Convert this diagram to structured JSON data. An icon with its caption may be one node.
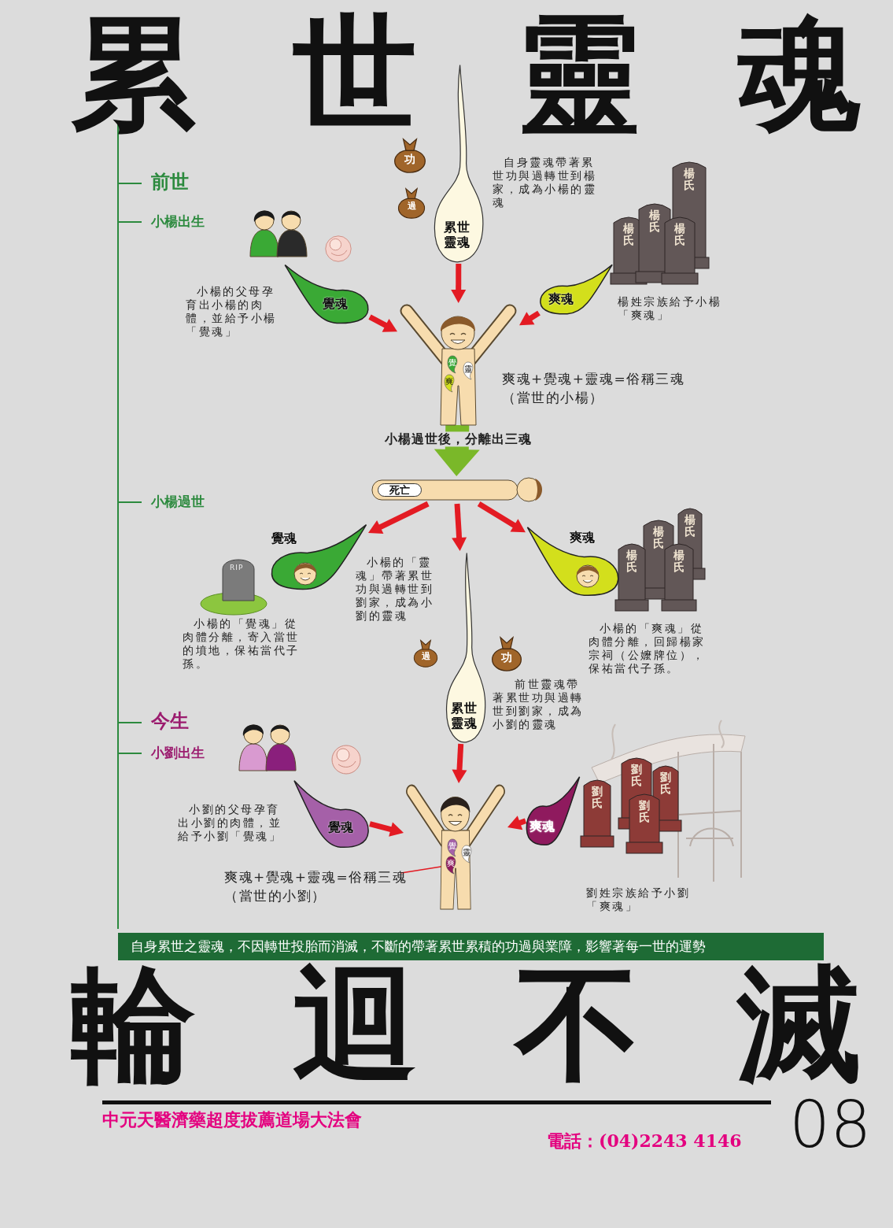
{
  "diagram": {
    "title": "累世靈魂",
    "nodes": [
      {
        "text": [
          "累世靈魂"
        ]
      },
      {
        "text": [
          "功"
        ]
      },
      {
        "text": [
          "過"
        ]
      },
      {
        "text": [
          "覺魂"
        ]
      },
      {
        "text": [
          "爽魂"
        ]
      },
      {
        "text": [],
        "shape": "person",
        "beside": [
          "爽魂+覺魂+靈魂=俗稱三魂",
          "（當世的小楊）"
        ]
      },
      {
        "text": [
          "覺"
        ],
        "in": 5
      },
      {
        "text": [
          "靈"
        ],
        "in": 5
      },
      {
        "text": [
          "爽"
        ],
        "in": 5
      },
      {
        "text": [
          "死亡"
        ]
      },
      {
        "text": [
          "覺魂"
        ]
      },
      {
        "text": [
          "累世靈魂"
        ]
      },
      {
        "text": [
          "過"
        ]
      },
      {
        "text": [
          "功"
        ]
      },
      {
        "text": [
          "爽魂"
        ]
      },
      {
        "text": [
          "覺魂"
        ]
      },
      {
        "text": [],
        "shape": "person"
      },
      {
        "text": [
          "覺"
        ],
        "in": 16
      },
      {
        "text": [
          "靈"
        ],
        "in": 16
      },
      {
        "text": [
          "爽"
        ],
        "in": 16
      },
      {
        "text": [
          "爽魂"
        ]
      },
      {
        "text": [
          "爽魂+覺魂+靈魂=俗稱三魂",
          "（當世的小劉）"
        ]
      }
    ],
    "edges": [
      {
        "from": 0,
        "to": 5,
        "arrow": "to"
      },
      {
        "from": 3,
        "to": 5,
        "arrow": "to"
      },
      {
        "from": 4,
        "to": 5,
        "arrow": "to"
      },
      {
        "from": 5,
        "to": 9,
        "arrow": "to",
        "label": "小楊過世後，分離出三魂",
        "style": "thick",
        "color": "#7ab829"
      },
      {
        "from": 9,
        "to": 10,
        "arrow": "to"
      },
      {
        "from": 9,
        "to": 11,
        "arrow": "to"
      },
      {
        "from": 9,
        "to": 14,
        "arrow": "to"
      },
      {
        "from": 11,
        "to": 16,
        "arrow": "to"
      },
      {
        "from": 15,
        "to": 16,
        "arrow": "to"
      },
      {
        "from": 20,
        "to": 16,
        "arrow": "to"
      },
      {
        "from": 21,
        "to": 19,
        "arrow": "none"
      }
    ],
    "labels": [
      "前世",
      "小楊出生",
      "自身靈魂帶著累世功與過轉世到楊家，成為小楊的靈魂",
      "楊氏",
      "楊氏",
      "楊氏",
      "楊氏",
      "小楊的父母孕育出小楊的肉體，並給予小楊「覺魂」",
      "楊姓宗族給予小楊「爽魂」",
      "小楊過世",
      "RIP",
      "小楊的「靈魂」帶著累世功與過轉世到劉家，成為小劉的靈魂",
      "楊氏",
      "楊氏",
      "楊氏",
      "楊氏",
      "小楊的「覺魂」從肉體分離，寄入當世的墳地，保祐當代子孫。",
      "小楊的「爽魂」從肉體分離，回歸楊家宗祠（公嬤牌位），保祐當代子孫。",
      "前世靈魂帶著累世功與過轉世到劉家，成為小劉的靈魂",
      "今生",
      "小劉出生",
      "劉氏",
      "劉氏",
      "劉氏",
      "劉氏",
      "小劉的父母孕育出小劉的肉體，並給予小劉「覺魂」",
      "劉姓宗族給予小劉「爽魂」",
      "自身累世之靈魂，不因轉世投胎而消滅，不斷的帶著累世累積的功過與業障，影響著每一世的運勢",
      "輪迴不滅",
      "中元天醫濟藥超度拔薦道場大法會",
      "電話：(04)2243 4146",
      "08"
    ]
  }
}
